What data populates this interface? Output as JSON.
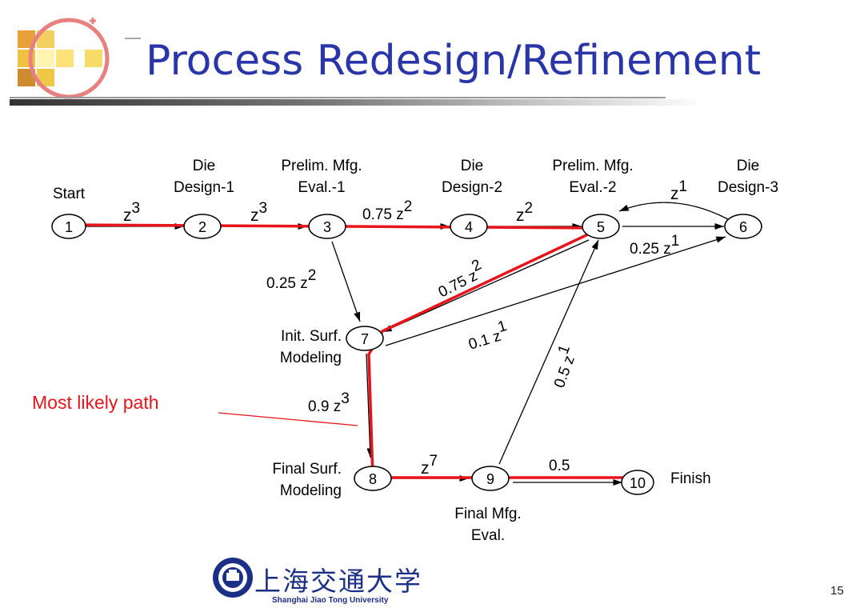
{
  "slide": {
    "title": "Process Redesign/Refinement",
    "page_number": "15",
    "callout": "Most likely path"
  },
  "nodes": [
    {
      "id": "1",
      "label": "Start"
    },
    {
      "id": "2",
      "label_line1": "Die",
      "label_line2": "Design-1"
    },
    {
      "id": "3",
      "label_line1": "Prelim. Mfg.",
      "label_line2": "Eval.-1"
    },
    {
      "id": "4",
      "label_line1": "Die",
      "label_line2": "Design-2"
    },
    {
      "id": "5",
      "label_line1": "Prelim. Mfg.",
      "label_line2": "Eval.-2"
    },
    {
      "id": "6",
      "label_line1": "Die",
      "label_line2": "Design-3"
    },
    {
      "id": "7",
      "label_line1": "Init. Surf.",
      "label_line2": "Modeling"
    },
    {
      "id": "8",
      "label_line1": "Final Surf.",
      "label_line2": "Modeling"
    },
    {
      "id": "9",
      "label_line1": "Final Mfg.",
      "label_line2": "Eval."
    },
    {
      "id": "10",
      "label": "Finish"
    }
  ],
  "edges": {
    "e12": {
      "base": "z",
      "exp": "3"
    },
    "e23": {
      "base": "z",
      "exp": "3"
    },
    "e34": {
      "base": "0.75 z",
      "exp": "2"
    },
    "e45": {
      "base": "z",
      "exp": "2"
    },
    "e56": {
      "base": "0.25 z",
      "exp": "1"
    },
    "e65": {
      "base": "z",
      "exp": "1"
    },
    "e37": {
      "base": "0.25 z",
      "exp": "2"
    },
    "e57": {
      "base": "0.75 z",
      "exp": "2"
    },
    "e76": {
      "base": "0.1 z",
      "exp": "1"
    },
    "e78": {
      "base": "0.9 z",
      "exp": "3"
    },
    "e89": {
      "base": "z",
      "exp": "7"
    },
    "e95": {
      "base": "0.5 z",
      "exp": "1"
    },
    "e910": {
      "base": "0.5"
    }
  },
  "footer": {
    "university_cn": "上海交通大学",
    "university_en": "Shanghai Jiao Tong University"
  },
  "colors": {
    "title": "#2a35a8",
    "path": "#e8141c",
    "university": "#1b2f86"
  }
}
